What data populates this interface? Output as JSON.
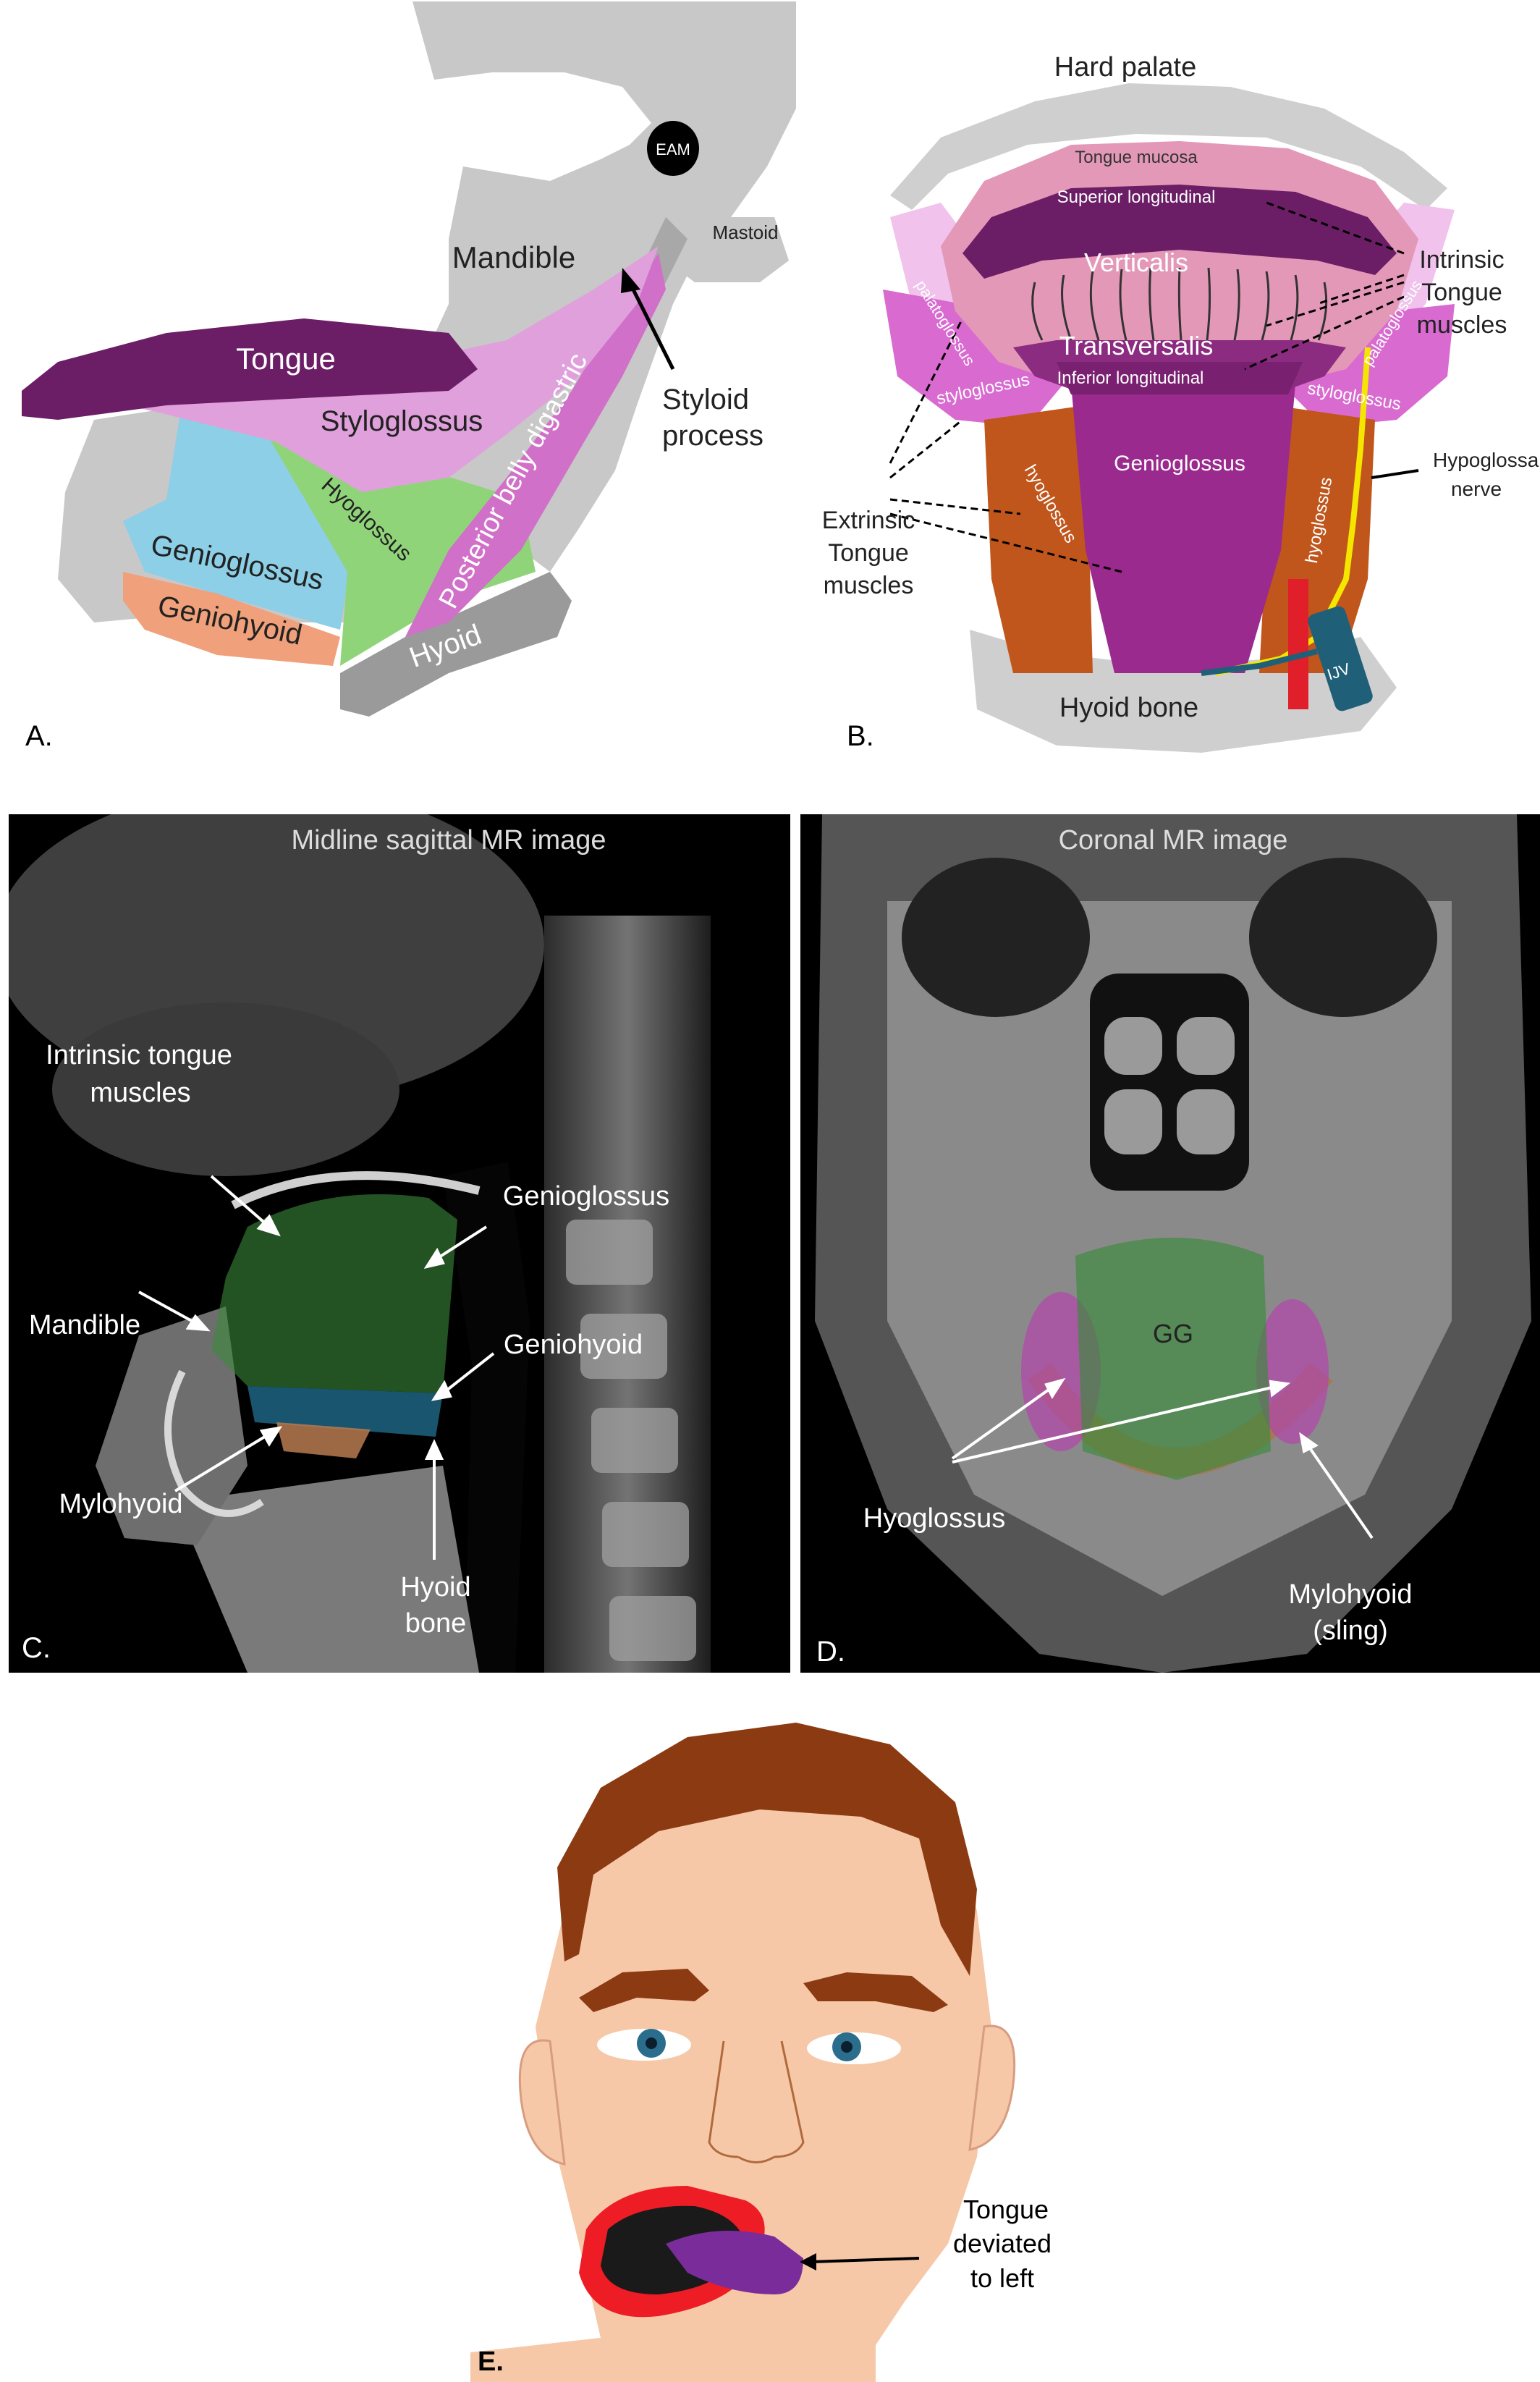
{
  "panelA": {
    "letter": "A.",
    "labels": {
      "eam": "EAM",
      "mastoid": "Mastoid",
      "mandible": "Mandible",
      "tongue": "Tongue",
      "styloglossus": "Styloglossus",
      "posterior_belly_digastric": "Posterior belly digastric",
      "styloid_process_1": "Styloid",
      "styloid_process_2": "process",
      "hyoglossus": "Hyoglossus",
      "genioglossus": "Genioglossus",
      "geniohyoid": "Geniohyoid",
      "hyoid": "Hyoid"
    }
  },
  "panelB": {
    "letter": "B.",
    "labels": {
      "hard_palate": "Hard palate",
      "tongue_mucosa": "Tongue mucosa",
      "superior_longitudinal": "Superior longitudinal",
      "verticalis": "Verticalis",
      "transversalis": "Transversalis",
      "inferior_longitudinal": "Inferior longitudinal",
      "palatoglossus_left": "palatoglossus",
      "palatoglossus_right": "palatoglossus",
      "styloglossus_left": "styloglossus",
      "styloglossus_right": "styloglossus",
      "genioglossus": "Genioglossus",
      "hyoglossus_left": "hyoglossus",
      "hyoglossus_right": "hyoglossus",
      "intrinsic_1": "Intrinsic",
      "intrinsic_2": "Tongue",
      "intrinsic_3": "muscles",
      "extrinsic_1": "Extrinsic",
      "extrinsic_2": "Tongue",
      "extrinsic_3": "muscles",
      "hypoglossal_1": "Hypoglossal",
      "hypoglossal_2": "nerve",
      "ijv": "IJV",
      "hyoid_bone": "Hyoid bone"
    }
  },
  "panelC": {
    "letter": "C.",
    "title": "Midline sagittal MR image",
    "labels": {
      "intrinsic_1": "Intrinsic tongue",
      "intrinsic_2": "muscles",
      "genioglossus": "Genioglossus",
      "mandible": "Mandible",
      "geniohyoid": "Geniohyoid",
      "mylohyoid": "Mylohyoid",
      "hyoid_1": "Hyoid",
      "hyoid_2": "bone"
    }
  },
  "panelD": {
    "letter": "D.",
    "title": "Coronal MR image",
    "labels": {
      "gg": "GG",
      "hyoglossus": "Hyoglossus",
      "mylohyoid_1": "Mylohyoid",
      "mylohyoid_2": "(sling)"
    }
  },
  "panelE": {
    "letter": "E.",
    "labels": {
      "tongue_1": "Tongue",
      "tongue_2": "deviated",
      "tongue_3": "to left"
    }
  },
  "colors": {
    "tongue_dark_purple": "#6b1d66",
    "styloglossus_pink": "#e0a0dc",
    "digastric_magenta": "#d070c8",
    "genioglossus_blue": "#8ccfe6",
    "hyoglossus_green": "#90d47a",
    "geniohyoid_peach": "#f0a07a",
    "bone_gray": "#c8c8c8",
    "hyoglossus_orange": "#c0561c",
    "genioglossus_purple": "#9a2a8e",
    "nerve_yellow": "#f5e600",
    "ijv_teal": "#1f6078",
    "artery_red": "#e01f2a",
    "hair_brown": "#8b3a12",
    "skin": "#f6c8a8",
    "lips_red": "#ee1c24",
    "deviated_tongue": "#7a2d9a"
  }
}
